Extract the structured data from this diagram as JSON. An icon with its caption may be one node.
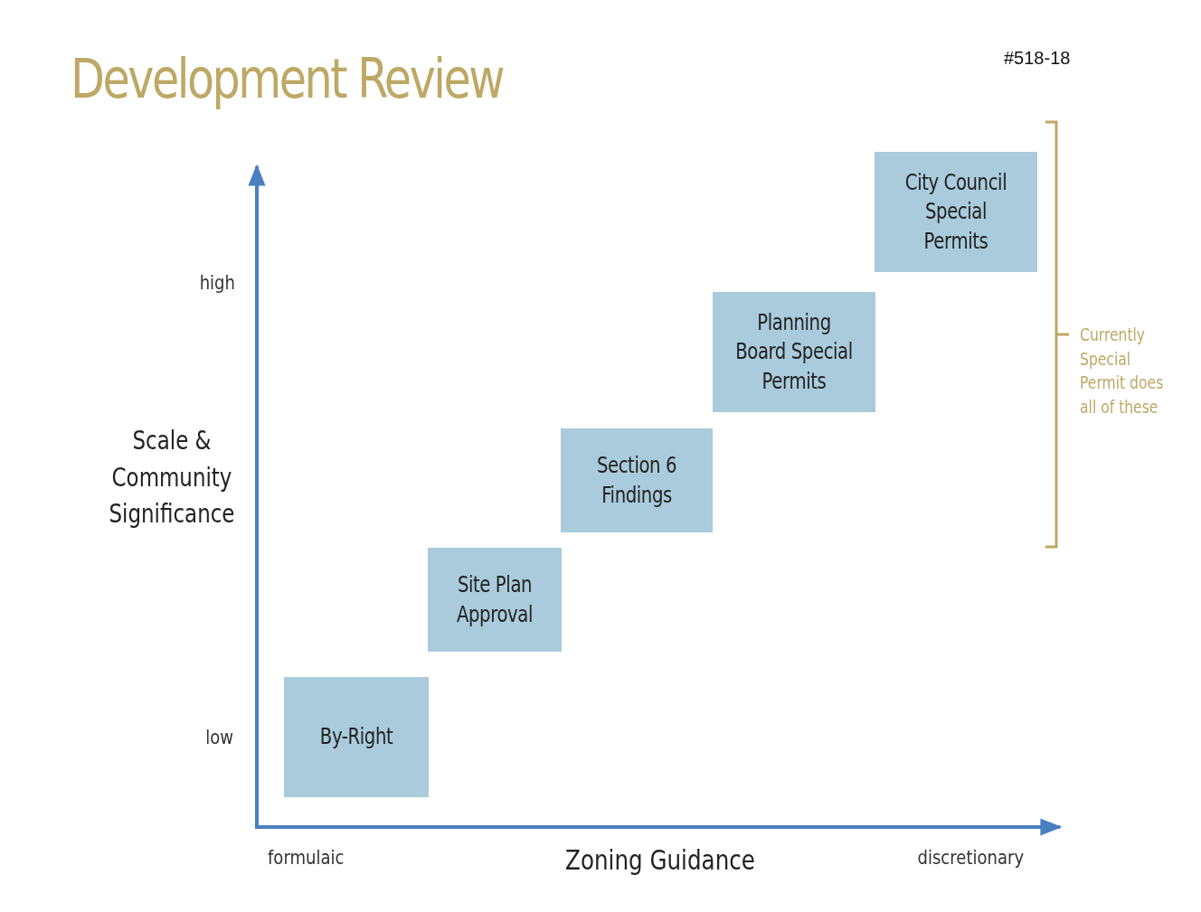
{
  "diagram": {
    "title": "Development Review",
    "nodes": [
      {
        "text": [
          "By-Right"
        ]
      },
      {
        "text": [
          "Site Plan Approval"
        ]
      },
      {
        "text": [
          "Section 6 Findings"
        ]
      },
      {
        "text": [
          "Planning Board Special Permits"
        ]
      },
      {
        "text": [
          "City Council Special Permits"
        ]
      }
    ],
    "labels": [
      "#518-18",
      "high",
      "Scale & Community Significance",
      "low",
      "formulaic",
      "Zoning Guidance",
      "discretionary",
      "Currently Special Permit does all of these"
    ]
  }
}
